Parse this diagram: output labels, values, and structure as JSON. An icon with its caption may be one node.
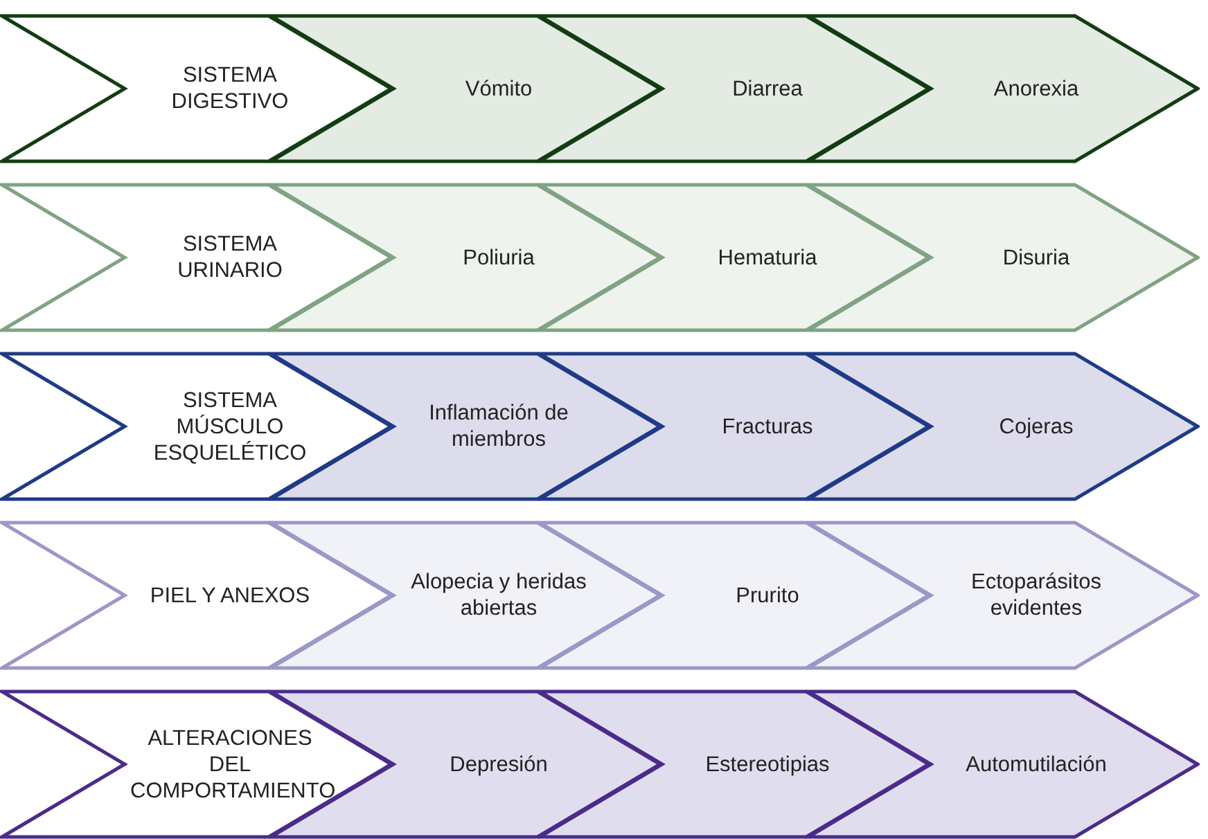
{
  "diagram": {
    "nodes": [
      {
        "text": [
          "SISTEMA DIGESTIVO"
        ]
      },
      {
        "text": [
          "Vómito"
        ]
      },
      {
        "text": [
          "Diarrea"
        ]
      },
      {
        "text": [
          "Anorexia"
        ]
      },
      {
        "text": [
          "SISTEMA URINARIO"
        ]
      },
      {
        "text": [
          "Poliuria"
        ]
      },
      {
        "text": [
          "Hematuria"
        ]
      },
      {
        "text": [
          "Disuria"
        ]
      },
      {
        "text": [
          "SISTEMA MÚSCULO ESQUELÉTICO"
        ]
      },
      {
        "text": [
          "Inflamación de miembros"
        ]
      },
      {
        "text": [
          "Fracturas"
        ]
      },
      {
        "text": [
          "Cojeras"
        ]
      },
      {
        "text": [
          "PIEL Y ANEXOS"
        ]
      },
      {
        "text": [
          "Alopecia y heridas abiertas"
        ]
      },
      {
        "text": [
          "Prurito"
        ]
      },
      {
        "text": [
          "Ectoparásitos evidentes"
        ]
      },
      {
        "text": [
          "ALTERACIONES DEL COMPORTAMIENTO"
        ]
      },
      {
        "text": [
          "Depresión"
        ]
      },
      {
        "text": [
          "Estereotipias"
        ]
      },
      {
        "text": [
          "Automutilación"
        ]
      }
    ]
  }
}
